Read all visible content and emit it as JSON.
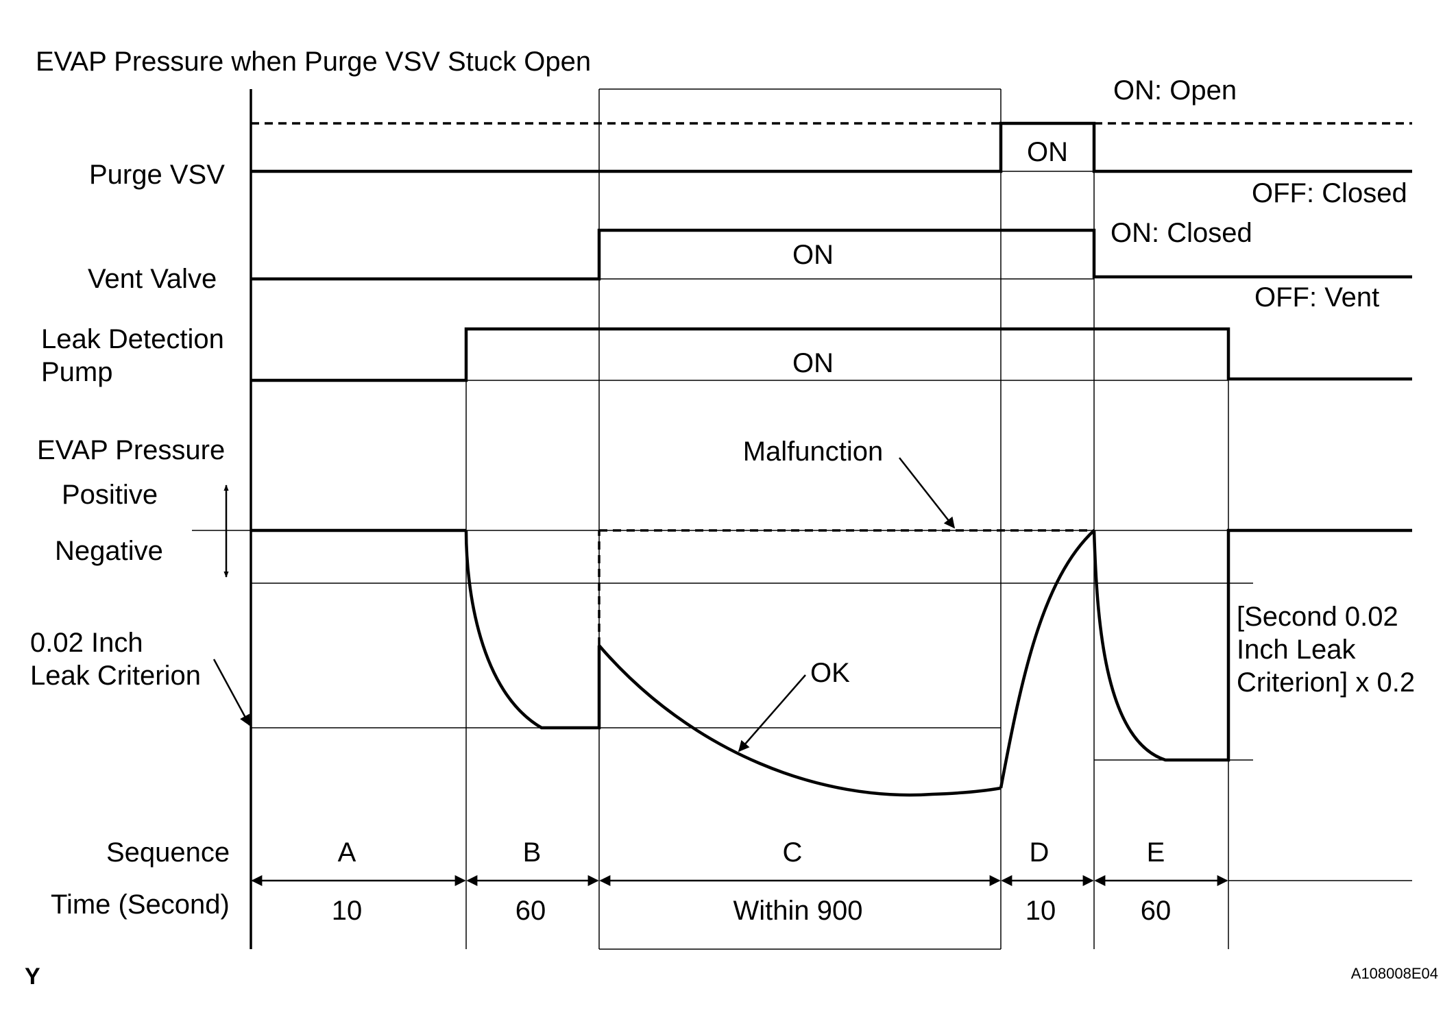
{
  "title": "EVAP Pressure when Purge VSV Stuck Open",
  "signals": {
    "purge_vsv": "Purge VSV",
    "vent_valve": "Vent Valve",
    "leak_pump_line1": "Leak Detection",
    "leak_pump_line2": "Pump",
    "evap_pressure": "EVAP Pressure",
    "positive": "Positive",
    "negative": "Negative",
    "criterion_line1": "0.02 Inch",
    "criterion_line2": "Leak Criterion"
  },
  "states": {
    "purge_on": "ON: Open",
    "purge_off": "OFF: Closed",
    "vent_on": "ON: Closed",
    "vent_off": "OFF: Vent",
    "on": "ON"
  },
  "annotations": {
    "malfunction": "Malfunction",
    "ok": "OK",
    "second_line1": "[Second 0.02",
    "second_line2": "Inch Leak",
    "second_line3": "Criterion] x 0.2"
  },
  "sequence": {
    "label": "Sequence",
    "time_label": "Time (Second)",
    "steps": [
      {
        "id": "A",
        "time": "10"
      },
      {
        "id": "B",
        "time": "60"
      },
      {
        "id": "C",
        "time": "Within 900"
      },
      {
        "id": "D",
        "time": "10"
      },
      {
        "id": "E",
        "time": "60"
      }
    ]
  },
  "footer": {
    "left": "Y",
    "right": "A108008E04"
  }
}
